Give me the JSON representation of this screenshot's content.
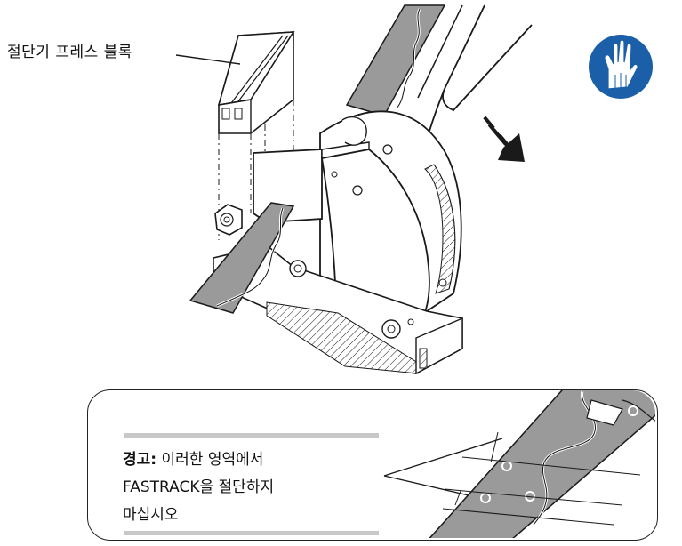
{
  "labels": {
    "cutter_block": "절단기 프레스 블록"
  },
  "warning": {
    "heading": "경고:",
    "line1_rest": " 이러한 영역에서",
    "line2": "FASTRACK을 절단하지",
    "line3": "마십시오"
  },
  "icons": {
    "gloves": "wear-protective-gloves-icon",
    "motion": "motion-direction-arrow-icon"
  },
  "colors": {
    "glove_badge": "#1a5fa8",
    "track_fill": "#9a9a9a",
    "line": "#1a1a1a",
    "divider_bar": "#c8c8c8"
  }
}
